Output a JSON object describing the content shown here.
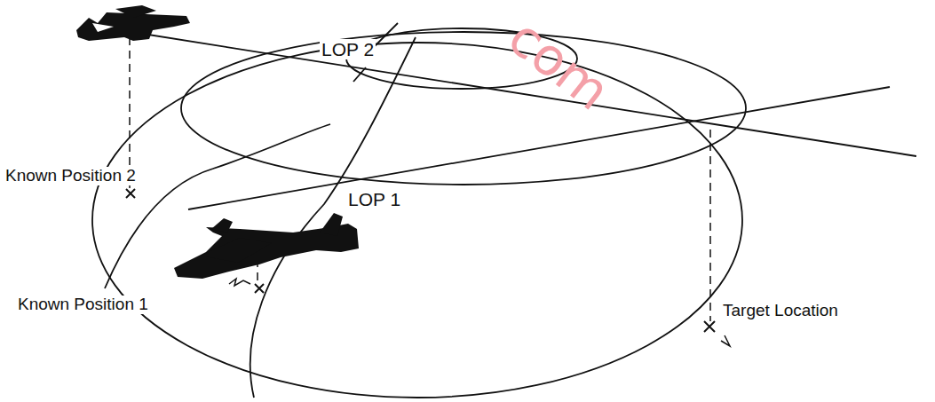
{
  "diagram": {
    "labels": [
      "LOP 2",
      "LOP 1",
      "Known Position 2",
      "Known Position 1",
      "Target Location",
      "com"
    ]
  }
}
